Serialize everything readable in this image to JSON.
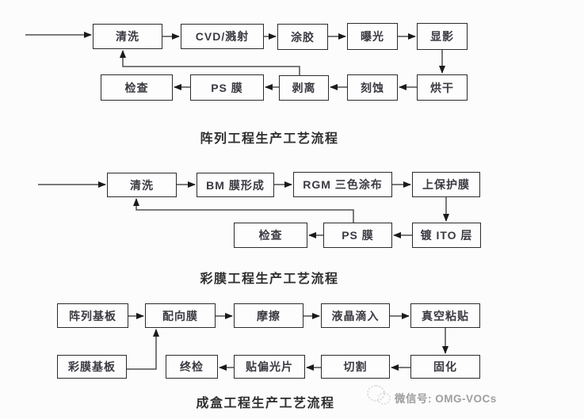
{
  "charts": [
    {
      "title": "阵列工程生产工艺流程",
      "nodes": [
        "清洗",
        "CVD/溅射",
        "涂胶",
        "曝光",
        "显影",
        "烘干",
        "刻蚀",
        "剥离",
        "PS 膜",
        "检查"
      ],
      "edges": [
        "入口→清洗",
        "清洗→CVD/溅射",
        "CVD/溅射→涂胶",
        "涂胶→曝光",
        "曝光→显影",
        "显影→烘干",
        "烘干→刻蚀",
        "刻蚀→剥离",
        "剥离→PS 膜",
        "PS 膜→检查",
        "剥离→清洗"
      ]
    },
    {
      "title": "彩膜工程生产工艺流程",
      "nodes": [
        "清洗",
        "BM 膜形成",
        "RGM 三色涂布",
        "上保护膜",
        "镀 ITO 层",
        "PS 膜",
        "检查"
      ],
      "edges": [
        "入口→清洗",
        "清洗→BM 膜形成",
        "BM 膜形成→RGM 三色涂布",
        "RGM 三色涂布→上保护膜",
        "上保护膜→镀 ITO 层",
        "镀 ITO 层→PS 膜",
        "PS 膜→检查",
        "PS 膜→清洗"
      ]
    },
    {
      "title": "成盒工程生产工艺流程",
      "nodes": [
        "阵列基板",
        "配向膜",
        "摩擦",
        "液晶滴入",
        "真空粘贴",
        "固化",
        "切割",
        "贴偏光片",
        "终检",
        "彩膜基板"
      ],
      "edges": [
        "阵列基板→配向膜",
        "配向膜→摩擦",
        "摩擦→液晶滴入",
        "液晶滴入→真空粘贴",
        "真空粘贴→固化",
        "固化→切割",
        "切割→贴偏光片",
        "贴偏光片→终检",
        "彩膜基板→配向膜"
      ]
    }
  ],
  "footer": {
    "wechat_label": "微信号: OMG-VOCs"
  },
  "colors": {
    "background": "#fcfcfc",
    "box_border": "#2b2b2b",
    "box_text": "#3a3a42",
    "connector_line": "#4f4f4f",
    "arrowhead": "#1a1a1a",
    "title_text": "#2e2e2e",
    "footer_text": "#9e9e9e"
  }
}
